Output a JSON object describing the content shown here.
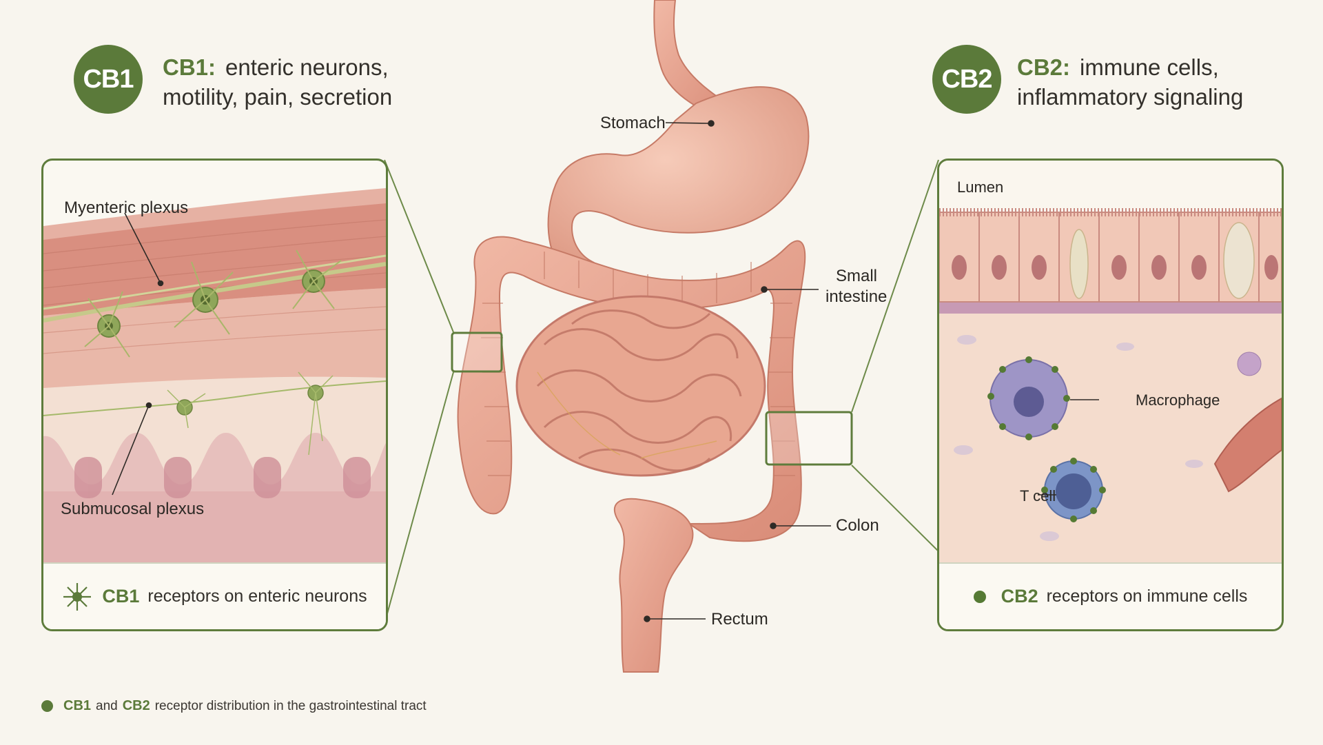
{
  "cb1": {
    "badge": "CB1",
    "tag": "CB1:",
    "line1": "enteric neurons,",
    "line2": "motility, pain, secretion"
  },
  "cb2": {
    "badge": "CB2",
    "tag": "CB2:",
    "line1": "immune cells,",
    "line2": "inflammatory signaling"
  },
  "organs": {
    "stomach": "Stomach",
    "small_intestine_1": "Small",
    "small_intestine_2": "intestine",
    "colon": "Colon",
    "rectum": "Rectum"
  },
  "left_panel": {
    "myenteric": "Myenteric plexus",
    "submucosal": "Submucosal plexus",
    "caption_tag": "CB1",
    "caption_text": "receptors on enteric neurons"
  },
  "right_panel": {
    "lumen": "Lumen",
    "macrophage": "Macrophage",
    "tcell": "T cell",
    "caption_tag": "CB2",
    "caption_text": "receptors on immune cells"
  },
  "footer": {
    "tag1": "CB1",
    "and": "and",
    "tag2": "CB2",
    "text": "receptor distribution in the gastrointestinal tract"
  },
  "colors": {
    "accent_green": "#5b7a3a",
    "tissue_pink": "#e7a592",
    "panel_border": "#5e7c3c",
    "macrophage": "#8f86b8",
    "tcell": "#6f86b8"
  }
}
